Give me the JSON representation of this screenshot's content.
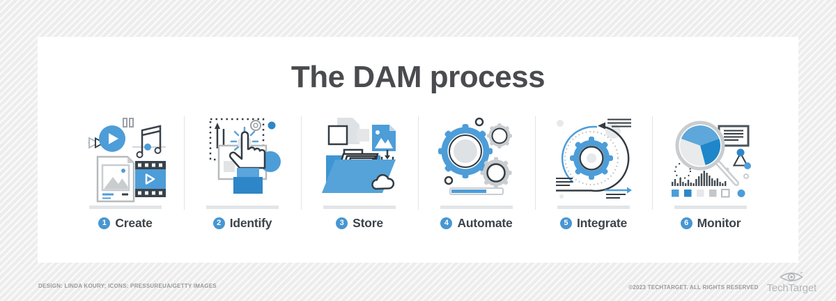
{
  "title": "The DAM process",
  "steps": [
    {
      "number": "1",
      "label": "Create",
      "icon": "media-create-icon"
    },
    {
      "number": "2",
      "label": "Identify",
      "icon": "select-click-identify-icon"
    },
    {
      "number": "3",
      "label": "Store",
      "icon": "folder-cloud-store-icon"
    },
    {
      "number": "4",
      "label": "Automate",
      "icon": "gears-automate-icon"
    },
    {
      "number": "5",
      "label": "Integrate",
      "icon": "cycle-gear-integrate-icon"
    },
    {
      "number": "6",
      "label": "Monitor",
      "icon": "magnifier-analytics-monitor-icon"
    }
  ],
  "footer": {
    "credits": "DESIGN: LINDA KOURY; ICONS: PRESSUREUA/GETTY IMAGES",
    "copyright": "©2023 TECHTARGET. ALL RIGHTS RESERVED",
    "brand": "TechTarget",
    "brand_icon": "techtarget-eye-icon"
  },
  "colors": {
    "accent_blue": "#4d9dd8",
    "dark_blue": "#2e86c8",
    "light_blue_ray": "#5ba4dc",
    "dark_stroke": "#39424a",
    "gray_stroke": "#b6babd",
    "light_fill": "#e4e6e8",
    "title_text": "#4a4b4e",
    "label_text": "#3e4449",
    "muted_text": "#97999c",
    "divider": "#e3e5e7"
  }
}
